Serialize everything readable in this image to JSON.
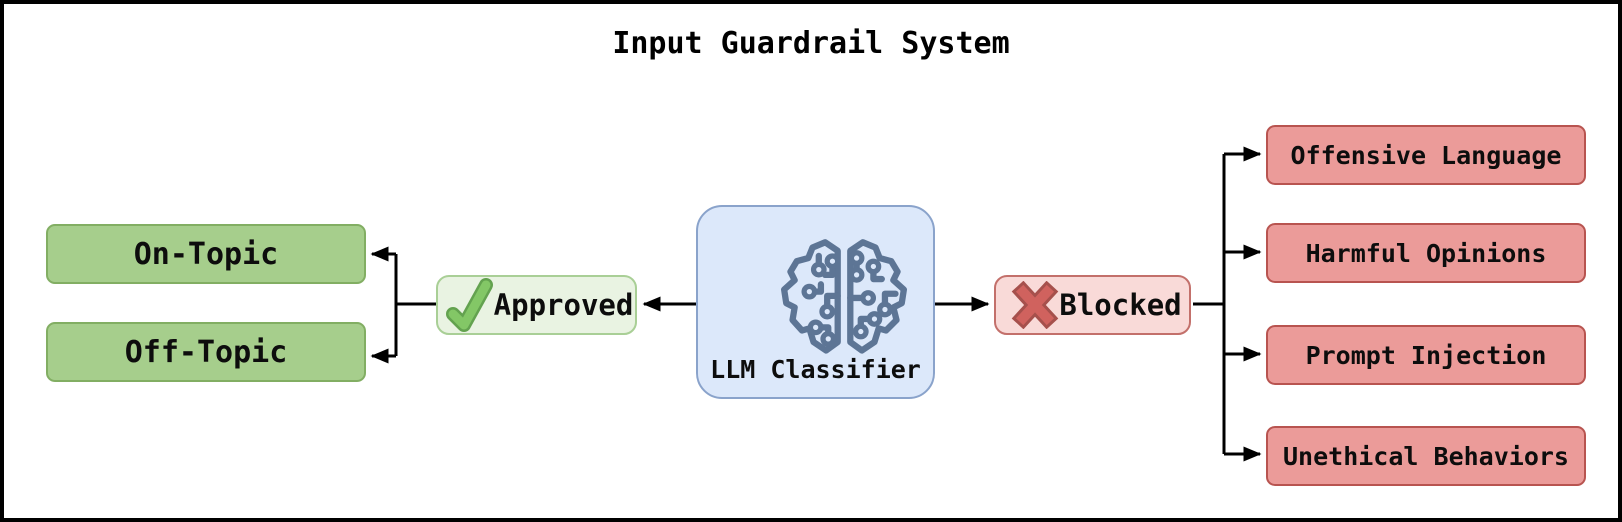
{
  "title": "Input Guardrail System",
  "classifier": {
    "label": "LLM Classifier",
    "icon": "brain-circuit-icon"
  },
  "approved_branch": {
    "decision": {
      "label": "Approved",
      "icon": "check-icon"
    },
    "outcomes": [
      {
        "label": "On-Topic"
      },
      {
        "label": "Off-Topic"
      }
    ]
  },
  "blocked_branch": {
    "decision": {
      "label": "Blocked",
      "icon": "x-icon"
    },
    "categories": [
      {
        "label": "Offensive Language"
      },
      {
        "label": "Harmful Opinions"
      },
      {
        "label": "Prompt Injection"
      },
      {
        "label": "Unethical Behaviors"
      }
    ]
  },
  "colors": {
    "green_fill": "#a6ce8c",
    "green_border": "#82ae63",
    "lightgreen_fill": "#e9f3e2",
    "lightgreen_border": "#a9cf96",
    "red_fill": "#eb9b99",
    "red_border": "#b85450",
    "lightred_fill": "#f9dad8",
    "lightred_border": "#c3706b",
    "blue_fill": "#dce8fa",
    "blue_border": "#8aa3cb",
    "brain_stroke": "#5d7595",
    "check_body": "#83c766",
    "check_edge": "#63a24f",
    "x_body": "#d0625e",
    "x_edge": "#a6504c",
    "connector": "#000000"
  }
}
